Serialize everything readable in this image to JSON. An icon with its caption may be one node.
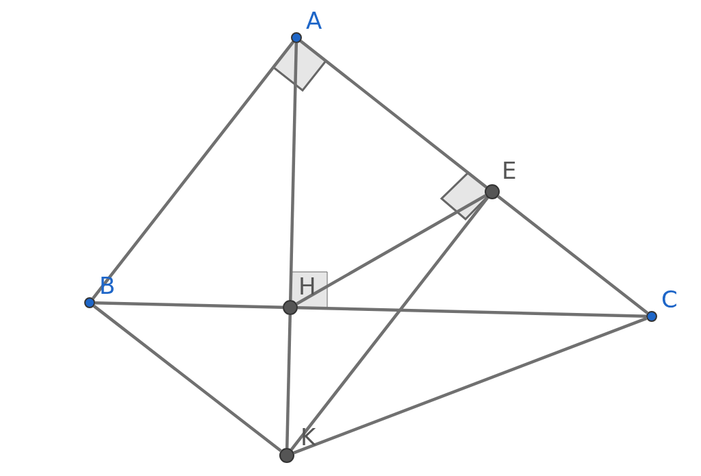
{
  "diagram": {
    "nodes": [
      {
        "text": [
          "A"
        ]
      },
      {
        "text": [
          "E"
        ]
      },
      {
        "text": [
          "B"
        ]
      },
      {
        "text": [
          "H"
        ]
      },
      {
        "text": [
          "C"
        ]
      },
      {
        "text": [
          "K"
        ]
      }
    ],
    "edges": [
      {
        "from": 0,
        "to": 2,
        "arrow": "none"
      },
      {
        "from": 0,
        "to": 1,
        "arrow": "none"
      },
      {
        "from": 1,
        "to": 4,
        "arrow": "none"
      },
      {
        "from": 0,
        "to": 3,
        "arrow": "none"
      },
      {
        "from": 3,
        "to": 5,
        "arrow": "none"
      },
      {
        "from": 2,
        "to": 3,
        "arrow": "none"
      },
      {
        "from": 3,
        "to": 4,
        "arrow": "none"
      },
      {
        "from": 3,
        "to": 1,
        "arrow": "none"
      },
      {
        "from": 2,
        "to": 5,
        "arrow": "none"
      },
      {
        "from": 5,
        "to": 4,
        "arrow": "none"
      },
      {
        "from": 1,
        "to": 5,
        "arrow": "none"
      }
    ]
  }
}
